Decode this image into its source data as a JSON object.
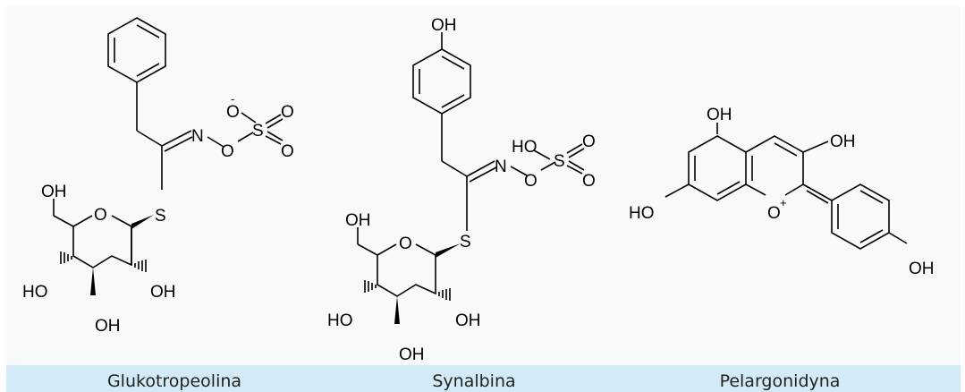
{
  "colors": {
    "panel_bg": "#f8f9fa",
    "caption_bg": "#d2ebf6",
    "caption_text": "#222222",
    "bond": "#000000"
  },
  "molecules": [
    {
      "name": "Glukotropeolina",
      "atoms": {
        "oh_ch2": "OH",
        "ring_o": "O",
        "s": "S",
        "n": "N",
        "o_link": "O",
        "o_minus": "O",
        "minus": "-",
        "s_sulf": "S",
        "o_up": "O",
        "o_down": "O",
        "ho_left": "HO",
        "oh_right": "OH",
        "oh_bottom": "OH"
      }
    },
    {
      "name": "Synalbina",
      "atoms": {
        "oh_top": "OH",
        "oh_ch2": "OH",
        "ring_o": "O",
        "s": "S",
        "n": "N",
        "o_link": "O",
        "ho_sulf": "HO",
        "s_sulf": "S",
        "o_up": "O",
        "o_down": "O",
        "ho_left": "HO",
        "oh_right": "OH",
        "oh_bottom": "OH"
      }
    },
    {
      "name": "Pelargonidyna",
      "atoms": {
        "oh_top": "OH",
        "oh_c3": "OH",
        "ho_left": "HO",
        "o_plus": "O",
        "plus": "+",
        "oh_phenyl": "OH"
      }
    }
  ]
}
